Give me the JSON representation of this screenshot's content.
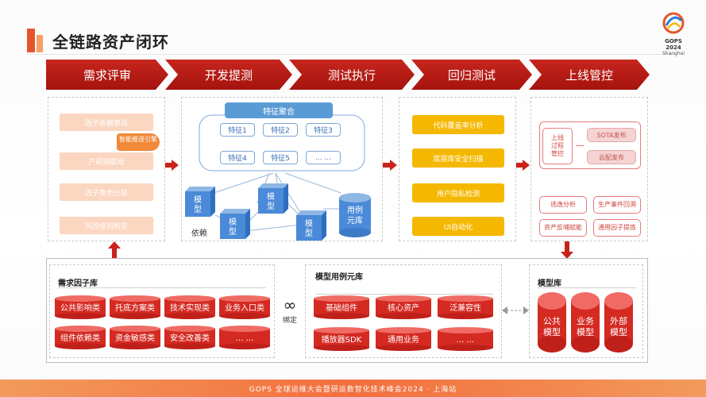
{
  "title": "全链路资产闭环",
  "logo": {
    "name": "GOPS 2024",
    "city": "Shanghai"
  },
  "stages": [
    "需求评审",
    "开发提测",
    "测试执行",
    "回归测试",
    "上线管控"
  ],
  "panel1": {
    "items": [
      "因子依赖意话",
      "产研测联动",
      "因子角色分层",
      "风险级别判定"
    ],
    "badge": "智能推送引擎"
  },
  "panel2": {
    "header": "特征聚合",
    "features": [
      "特征1",
      "特征2",
      "特征3",
      "特征4",
      "特征5",
      "... ..."
    ],
    "model_label": "模型",
    "model_chars": [
      "模",
      "型"
    ],
    "depend_label": "依赖",
    "case_lib": "用例元库"
  },
  "panel3": {
    "items": [
      "代码覆盖率分析",
      "底层库安全扫描",
      "用户隐私检测",
      "UI自动化"
    ]
  },
  "panel4": {
    "left_box": [
      "上线",
      "过程",
      "管控"
    ],
    "right_top": "SOTA发布",
    "right_bottom": "云配发布",
    "grid": [
      "逃逸分析",
      "生产事件回溯",
      "资产反哺赋能",
      "通用因子提炼"
    ]
  },
  "bottom": {
    "factor_lib": {
      "title": "需求因子库",
      "items": [
        "公共影响类",
        "托底方案类",
        "技术实现类",
        "业务入口类",
        "组件依赖类",
        "资金敏感类",
        "安全改善类",
        "... ..."
      ]
    },
    "bind_label": "绑定",
    "bind_symbol": "∞",
    "case_lib": {
      "title": "模型用例元库",
      "items": [
        "基础组件",
        "核心资产",
        "泛兼容性",
        "播放器SDK",
        "通用业务",
        "... ..."
      ]
    },
    "model_lib": {
      "title": "模型库",
      "items": [
        "公共模型",
        "业务模型",
        "外部模型"
      ]
    }
  },
  "footer": "GOPS 全球运维大会暨研运数智化技术峰会2024 · 上海站",
  "colors": {
    "accent_red": "#c8231b",
    "orange": "#f08a3a",
    "peach": "#fbd6c0",
    "blue": "#5b9bd5",
    "yellow": "#f5b800"
  }
}
